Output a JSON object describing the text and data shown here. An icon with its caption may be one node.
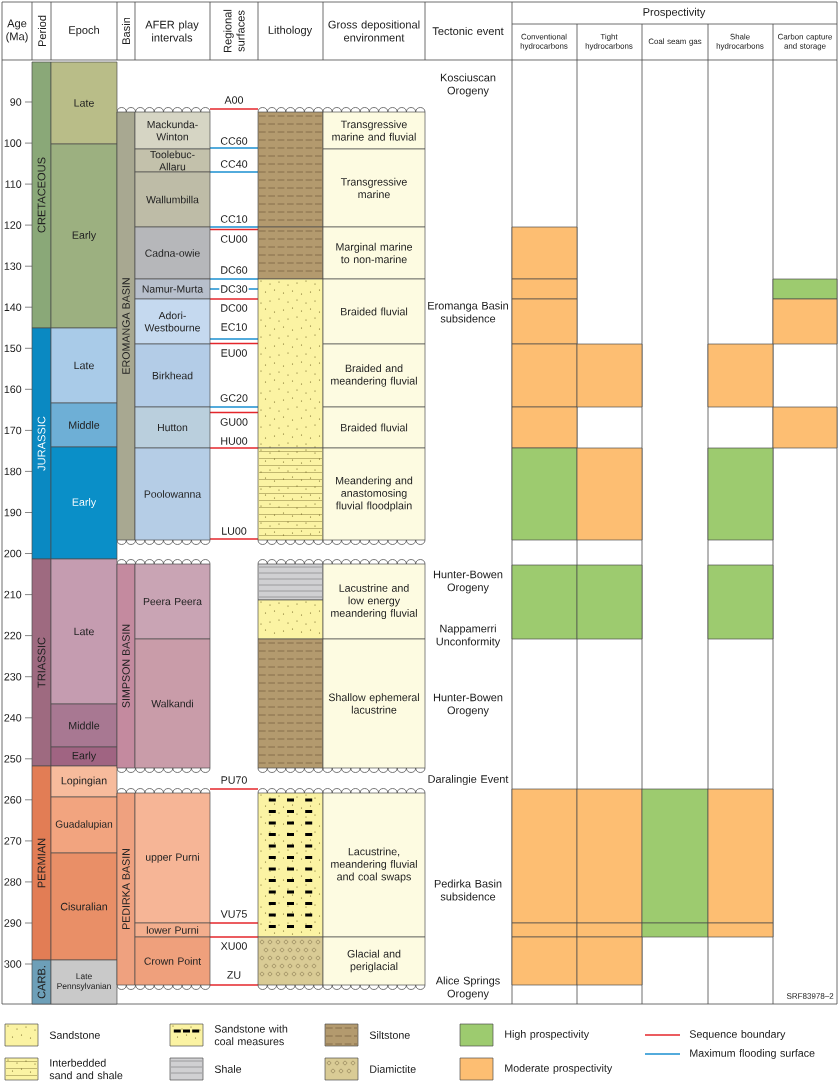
{
  "diagram": {
    "nodes": [
      {
        "text": [
          "CRETACEOUS"
        ]
      },
      {
        "text": [
          "JURASSIC"
        ]
      },
      {
        "text": [
          "TRIASSIC"
        ]
      },
      {
        "text": [
          "PERMIAN"
        ]
      },
      {
        "text": [
          "CARB."
        ]
      },
      {
        "text": [
          "Late"
        ]
      },
      {
        "text": [
          "Early"
        ]
      },
      {
        "text": [
          "Late"
        ]
      },
      {
        "text": [
          "Middle"
        ]
      },
      {
        "text": [
          "Early"
        ]
      },
      {
        "text": [
          "Late"
        ]
      },
      {
        "text": [
          "Middle"
        ]
      },
      {
        "text": [
          "Early"
        ]
      },
      {
        "text": [
          "Lopingian"
        ]
      },
      {
        "text": [
          "Guadalupian"
        ]
      },
      {
        "text": [
          "Cisuralian"
        ]
      },
      {
        "text": [
          "Late Pennsylvanian"
        ]
      },
      {
        "text": [
          "EROMANGA BASIN"
        ]
      },
      {
        "text": [
          "SIMPSON BASIN"
        ]
      },
      {
        "text": [
          "PEDIRKA BASIN"
        ]
      },
      {
        "text": [
          "Mackunda-Winton"
        ]
      },
      {
        "text": [
          "Toolebuc-Allaru"
        ]
      },
      {
        "text": [
          "Wallumbilla"
        ]
      },
      {
        "text": [
          "Cadna-owie"
        ]
      },
      {
        "text": [
          "Namur-Murta"
        ]
      },
      {
        "text": [
          "Adori-Westbourne"
        ]
      },
      {
        "text": [
          "Birkhead"
        ]
      },
      {
        "text": [
          "Hutton"
        ]
      },
      {
        "text": [
          "Poolowanna"
        ]
      },
      {
        "text": [
          "Peera Peera"
        ]
      },
      {
        "text": [
          "Walkandi"
        ]
      },
      {
        "text": [
          "upper Purni"
        ]
      },
      {
        "text": [
          "lower Purni"
        ]
      },
      {
        "text": [
          "Crown Point"
        ]
      },
      {
        "text": [],
        "shape": "box"
      },
      {
        "text": [],
        "shape": "box"
      },
      {
        "text": [],
        "shape": "box"
      },
      {
        "text": [],
        "shape": "box"
      },
      {
        "text": [],
        "shape": "box"
      },
      {
        "text": [],
        "shape": "box"
      },
      {
        "text": [],
        "shape": "box"
      },
      {
        "text": [],
        "shape": "box"
      },
      {
        "text": [],
        "shape": "box"
      },
      {
        "text": [
          "Transgressive marine and fluvial"
        ]
      },
      {
        "text": [
          "Transgressive marine"
        ]
      },
      {
        "text": [
          "Marginal marine to non-marine"
        ]
      },
      {
        "text": [
          "Braided fluvial"
        ]
      },
      {
        "text": [
          "Braided and meandering fluvial"
        ]
      },
      {
        "text": [
          "Braided fluvial"
        ]
      },
      {
        "text": [
          "Meandering and anastomosing fluvial floodplain"
        ]
      },
      {
        "text": [
          "Lacustrine and low energy meandering fluvial"
        ]
      },
      {
        "text": [
          "Shallow ephemeral lacustrine"
        ]
      },
      {
        "text": [
          "Lacustrine, meandering fluvial and coal swaps"
        ]
      },
      {
        "text": [
          "Glacial and periglacial"
        ]
      },
      {
        "text": [],
        "shape": "box"
      },
      {
        "text": [],
        "shape": "box"
      },
      {
        "text": [],
        "shape": "box"
      },
      {
        "text": [],
        "shape": "box"
      },
      {
        "text": [],
        "shape": "box"
      },
      {
        "text": [],
        "shape": "box"
      },
      {
        "text": [],
        "shape": "box"
      },
      {
        "text": [],
        "shape": "box"
      },
      {
        "text": [],
        "shape": "box"
      },
      {
        "text": [],
        "shape": "box"
      },
      {
        "text": [],
        "shape": "box"
      },
      {
        "text": [],
        "shape": "box"
      },
      {
        "text": [],
        "shape": "box"
      },
      {
        "text": [],
        "shape": "box"
      },
      {
        "text": [],
        "shape": "box"
      },
      {
        "text": [],
        "shape": "box"
      },
      {
        "text": [],
        "shape": "box"
      },
      {
        "text": [],
        "shape": "box"
      },
      {
        "text": [],
        "shape": "box"
      },
      {
        "text": [],
        "shape": "box"
      },
      {
        "text": [],
        "shape": "box"
      },
      {
        "text": [],
        "shape": "box"
      },
      {
        "text": [],
        "shape": "box"
      },
      {
        "text": [],
        "shape": "box"
      },
      {
        "text": [],
        "shape": "box"
      },
      {
        "text": [],
        "shape": "box"
      }
    ],
    "labels": [
      "Age (Ma)",
      "Period",
      "Epoch",
      "Basin",
      "AFER play intervals",
      "Regional surfaces",
      "Lithology",
      "Gross depositional environment",
      "Tectonic event",
      "Prospectivity",
      "Conventional hydrocarbons",
      "Tight hydrocarbons",
      "Coal seam gas",
      "Shale hydrocarbons",
      "Carbon capture and storage",
      "90",
      "100",
      "110",
      "120",
      "130",
      "140",
      "150",
      "160",
      "170",
      "180",
      "190",
      "200",
      "210",
      "220",
      "230",
      "240",
      "250",
      "260",
      "270",
      "280",
      "290",
      "300",
      "A00",
      "CC60",
      "CC40",
      "CC10",
      "CU00",
      "DC60",
      "DC30",
      "DC00",
      "EC10",
      "EU00",
      "GC20",
      "GU00",
      "HU00",
      "LU00",
      "PU70",
      "VU75",
      "XU00",
      "ZU",
      "Kosciuscan Orogeny",
      "Eromanga Basin subsidence",
      "Hunter-Bowen Orogeny",
      "Nappamerri Unconformity",
      "Hunter-Bowen Orogeny",
      "Daralingie Event",
      "Pedirka Basin subsidence",
      "Alice Springs Orogeny",
      "SRF83978–2"
    ],
    "legend": [
      {
        "text": "Sandstone"
      },
      {
        "text": "Sandstone with coal measures"
      },
      {
        "text": "Siltstone"
      },
      {
        "text": "High prospectivity",
        "color": "#9dcb6f"
      },
      {
        "text": "Sequence boundary"
      },
      {
        "text": "Interbedded sand and shale"
      },
      {
        "text": "Shale"
      },
      {
        "text": "Diamictite"
      },
      {
        "text": "Moderate prospectivity",
        "color": "#fdbe72"
      },
      {
        "text": "Maximum flooding surface"
      }
    ]
  }
}
